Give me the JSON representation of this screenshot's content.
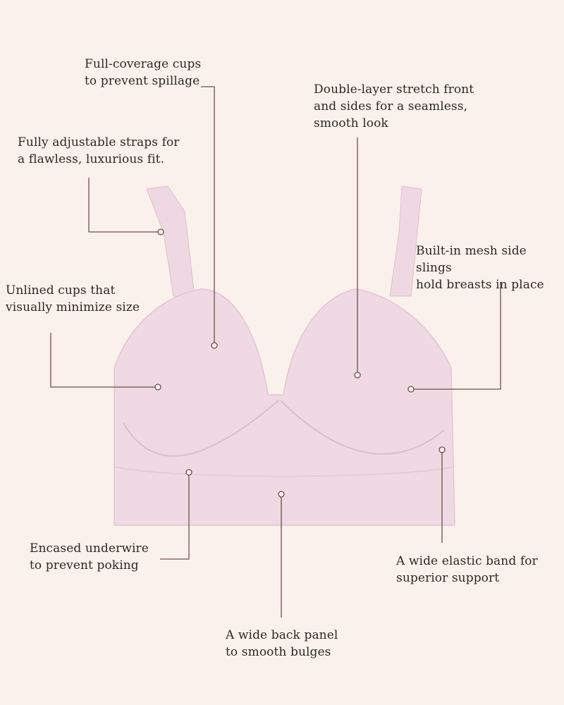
{
  "colors": {
    "background": "#fbf1ec",
    "garment": "#efd9e2",
    "garment_shadow": "#e3c7d3",
    "leader_line": "#6e5148",
    "text": "#2f2623"
  },
  "callouts": {
    "full_coverage_cups": "Full-coverage cups\nto prevent spillage",
    "double_layer_front": "Double-layer stretch front\nand sides for a seamless,\nsmooth look",
    "adjustable_straps": "Fully adjustable straps for\na flawless, luxurious fit.",
    "mesh_side_slings": "Built-in mesh side slings\nhold breasts in place",
    "unlined_cups": "Unlined cups that\nvisually minimize size",
    "encased_underwire": "Encased underwire\nto prevent poking",
    "wide_elastic_band": "A wide elastic band for\nsuperior support",
    "wide_back_panel": "A wide back panel\nto smooth bulges"
  }
}
